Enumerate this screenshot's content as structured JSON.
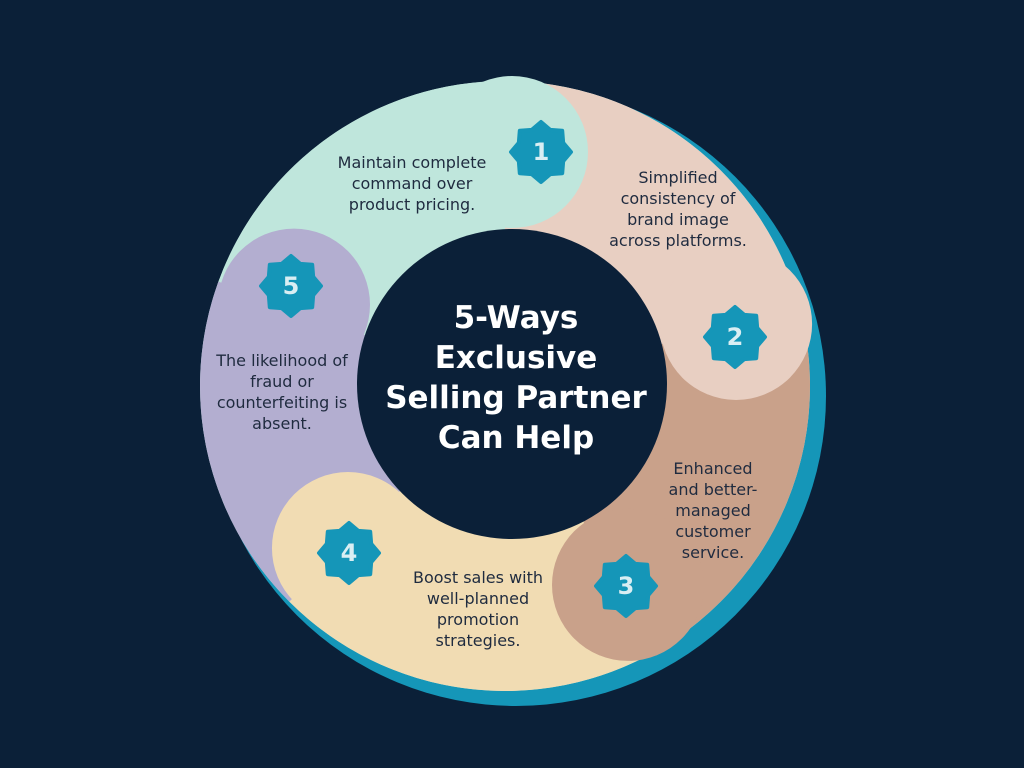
{
  "title": "5-Ways Exclusive Selling Partner Can Help",
  "colors": {
    "background": "#0b2038",
    "ring": "#1596b8",
    "badge": "#1596b8",
    "mint": "#bfe6dc",
    "peach": "#e8cfc2",
    "brown": "#c9a18a",
    "cream": "#f1dcb3",
    "lavender": "#b3aed0"
  },
  "items": [
    {
      "number": "1",
      "text": "Maintain complete command over product pricing."
    },
    {
      "number": "2",
      "text": "Simplified consistency of brand image across platforms."
    },
    {
      "number": "3",
      "text": "Enhanced and better-managed customer service."
    },
    {
      "number": "4",
      "text": "Boost sales with well-planned promotion strategies."
    },
    {
      "number": "5",
      "text": "The likelihood of fraud or counterfeiting is absent."
    }
  ]
}
